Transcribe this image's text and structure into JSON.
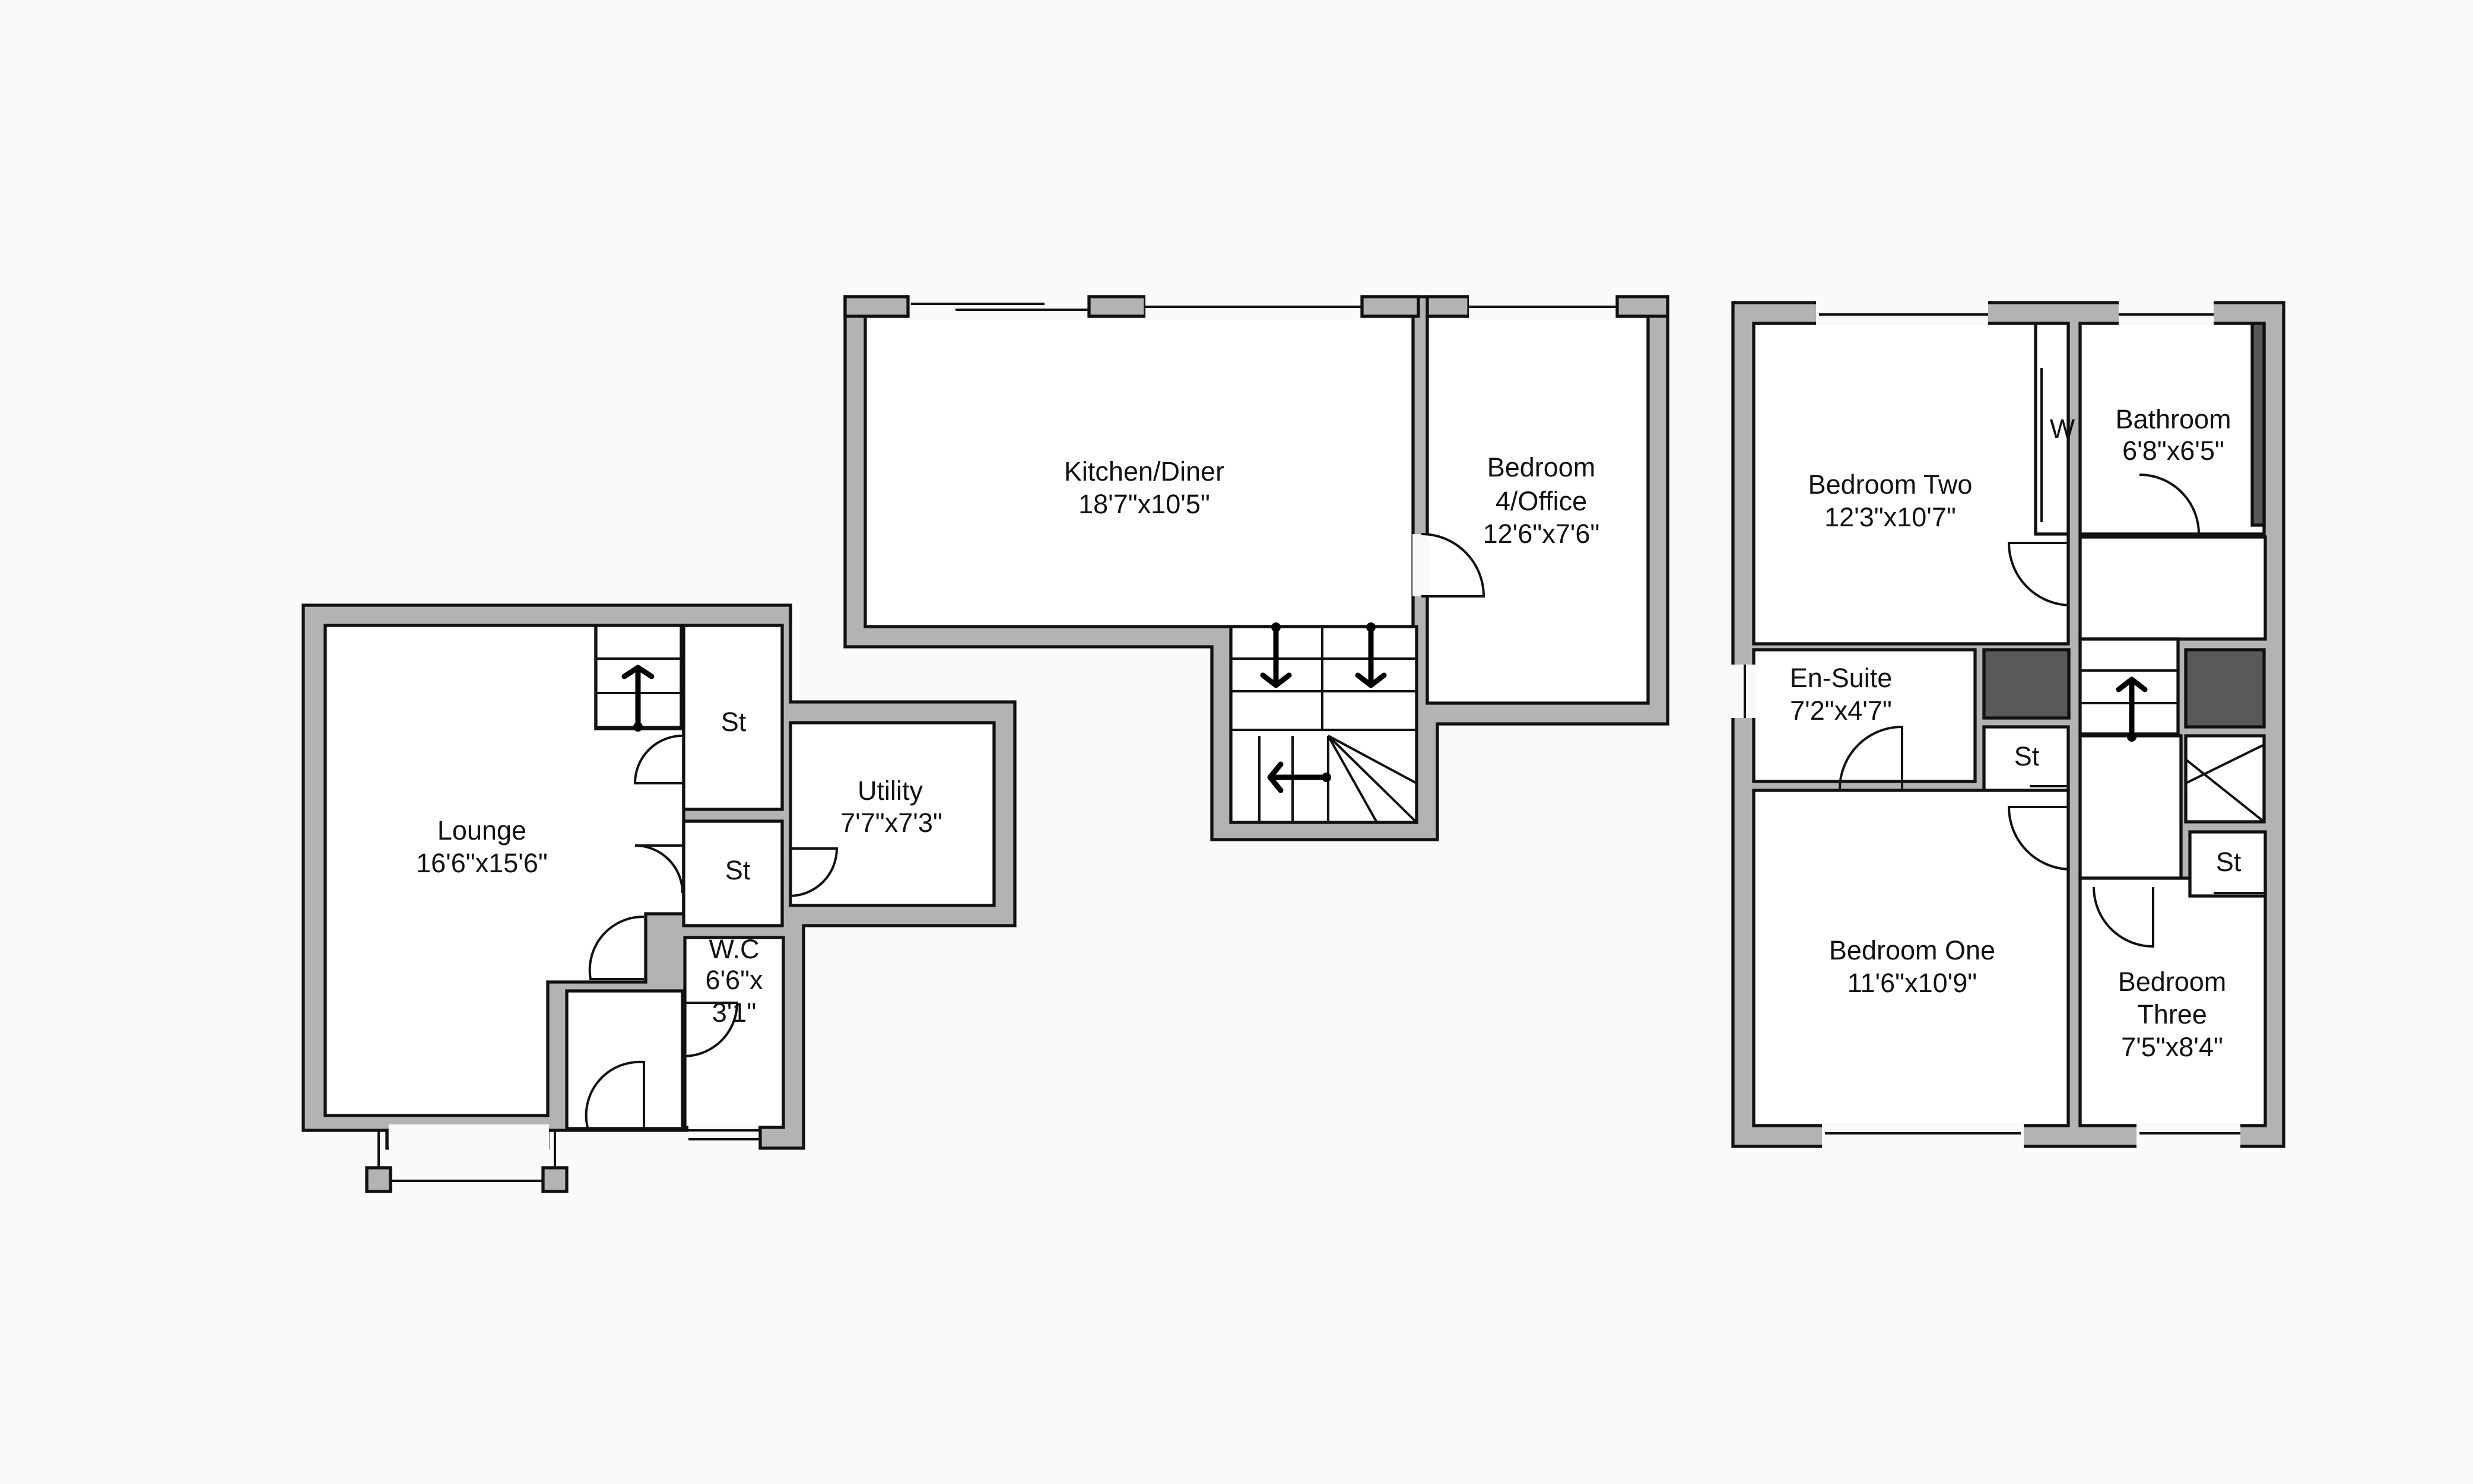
{
  "floors": [
    {
      "name": "",
      "rooms": [
        {
          "id": "lounge",
          "label": "Lounge",
          "dims": "16'6\"x15'6\""
        },
        {
          "id": "st-upper",
          "label": "St"
        },
        {
          "id": "st-lower",
          "label": "St"
        },
        {
          "id": "utility",
          "label": "Utility",
          "dims": "7'7\"x7'3\""
        },
        {
          "id": "wc",
          "label": "W.C",
          "dims": "6'6\"x",
          "dims2": "3'1\""
        }
      ]
    },
    {
      "name": "",
      "rooms": [
        {
          "id": "kitchen",
          "label": "Kitchen/Diner",
          "dims": "18'7\"x10'5\""
        },
        {
          "id": "bedroom4",
          "label": "Bedroom",
          "label2": "4/Office",
          "dims": "12'6\"x7'6\""
        }
      ]
    },
    {
      "name": "",
      "rooms": [
        {
          "id": "bedroom2",
          "label": "Bedroom Two",
          "dims": "12'3\"x10'7\""
        },
        {
          "id": "wardrobe",
          "label": "W"
        },
        {
          "id": "bathroom",
          "label": "Bathroom",
          "dims": "6'8\"x6'5\""
        },
        {
          "id": "ensuite",
          "label": "En-Suite",
          "dims": "7'2\"x4'7\""
        },
        {
          "id": "st-landing",
          "label": "St"
        },
        {
          "id": "st-bed3",
          "label": "St"
        },
        {
          "id": "bedroom1",
          "label": "Bedroom One",
          "dims": "11'6\"x10'9\""
        },
        {
          "id": "bedroom3",
          "label": "Bedroom",
          "label2": "Three",
          "dims": "7'5\"x8'4\""
        }
      ]
    }
  ],
  "colors": {
    "wall": "#b3b3b3",
    "outline": "#111111",
    "fixture": "#595959",
    "background": "#fafafa"
  }
}
